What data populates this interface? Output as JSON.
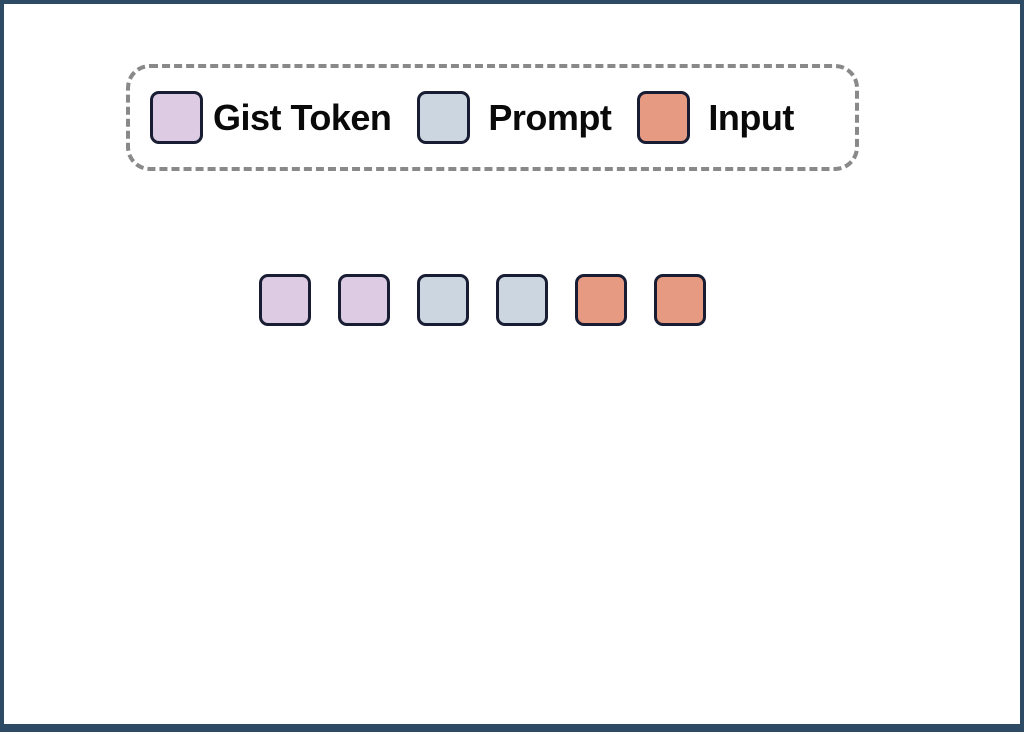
{
  "colors": {
    "frame_border": "#2d4b64",
    "square_border": "#191d33",
    "legend_dash_border": "#898989",
    "label_text": "#0a0a0a",
    "gist_token": "#dccbe2",
    "prompt": "#ccd6e0",
    "input": "#e59a81"
  },
  "legend": {
    "items": [
      {
        "id": "gist_token",
        "label": "Gist Token"
      },
      {
        "id": "prompt",
        "label": "Prompt"
      },
      {
        "id": "input",
        "label": "Input"
      }
    ]
  },
  "sequence": {
    "tokens": [
      "gist_token",
      "gist_token",
      "prompt",
      "prompt",
      "input",
      "input"
    ]
  }
}
